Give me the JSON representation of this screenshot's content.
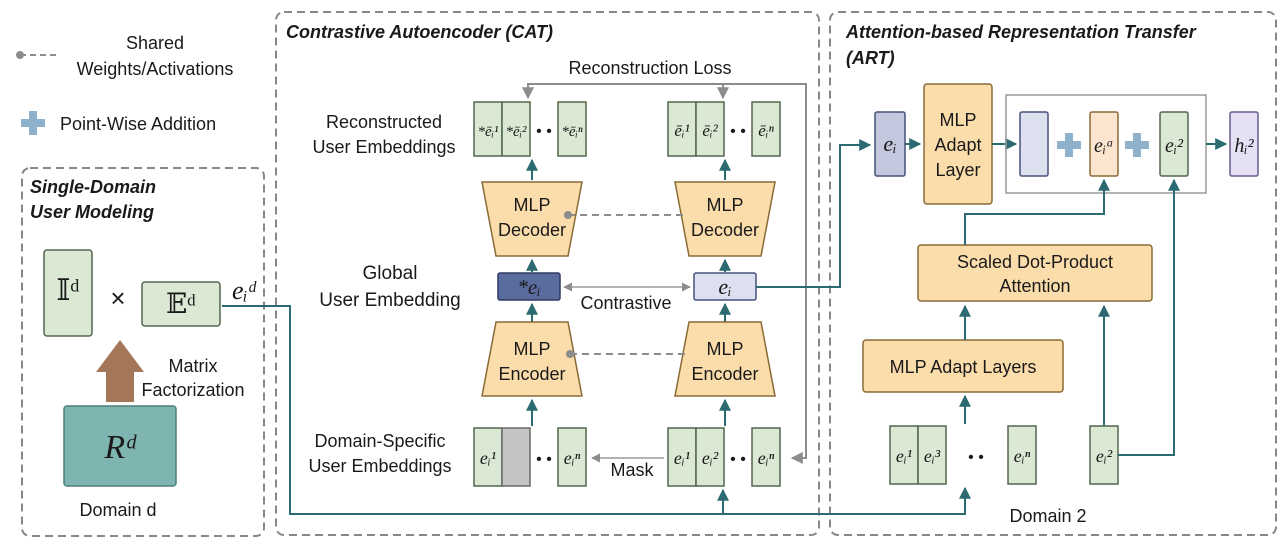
{
  "legend": {
    "shared_label_line1": "Shared",
    "shared_label_line2": "Weights/Activations",
    "addition_label": "Point-Wise Addition"
  },
  "sections": {
    "single_domain_title_line1": "Single-Domain",
    "single_domain_title_line2": "User Modeling",
    "cat_title": "Contrastive Autoencoder (CAT)",
    "art_title_line1": "Attention-based Representation Transfer",
    "art_title_line2": "(ART)"
  },
  "single_domain": {
    "interaction_matrix": "𝕀ᵈ",
    "times": "×",
    "embedding_matrix": "𝔼ᵈ",
    "user_embedding": "eᵢᵈ",
    "factorization_line1": "Matrix",
    "factorization_line2": "Factorization",
    "rating_matrix": "Rᵈ",
    "domain_label": "Domain d"
  },
  "cat": {
    "reconstruction_loss": "Reconstruction Loss",
    "reconstructed_line1": "Reconstructed",
    "reconstructed_line2": "User Embeddings",
    "global_line1": "Global",
    "global_line2": "User Embedding",
    "domain_specific_line1": "Domain-Specific",
    "domain_specific_line2": "User Embeddings",
    "mlp": "MLP",
    "decoder": "Decoder",
    "encoder": "Encoder",
    "contrastive": "Contrastive",
    "mask": "Mask",
    "masked_global": "*eᵢ",
    "global": "eᵢ",
    "recon_masked": [
      "*ēᵢ¹",
      "*ēᵢ²",
      "*ēᵢⁿ"
    ],
    "recon_clean": [
      "ēᵢ¹",
      "ēᵢ²",
      "ēᵢⁿ"
    ],
    "input_masked": [
      "eᵢ¹",
      "eᵢⁿ"
    ],
    "input_clean": [
      "eᵢ¹",
      "eᵢ²",
      "eᵢⁿ"
    ],
    "dots": "• •"
  },
  "art": {
    "input": "eᵢ",
    "adapt_line1": "MLP",
    "adapt_line2": "Adapt",
    "adapt_line3": "Layer",
    "attn_embedding": "eᵢᵃ",
    "target_embedding": "eᵢ²",
    "output": "hᵢ²",
    "attention_line1": "Scaled Dot-Product",
    "attention_line2": "Attention",
    "adapt_layers": "MLP Adapt Layers",
    "other_domains": [
      "eᵢ¹",
      "eᵢ³",
      "eᵢⁿ"
    ],
    "target_input": "eᵢ²",
    "dots": "• •",
    "domain_label": "Domain 2"
  },
  "colors": {
    "embedding_green": "#dbe8d4",
    "embedding_green_border": "#50664c",
    "mlp_orange": "#fbdcab",
    "mlp_border": "#8a6a36",
    "global_blue": "#dde0ef",
    "global_blue_border": "#46507a",
    "masked_dark": "#5a6b9e",
    "rating_teal": "#7fb5b0",
    "arrow_brown": "#a37758",
    "connector_teal": "#2c6a72",
    "plus_blue": "#8eb1cc",
    "gray_mask": "#c4c4c4",
    "attn_pink": "#fbe5cf",
    "output_lilac": "#e6e0f4"
  }
}
